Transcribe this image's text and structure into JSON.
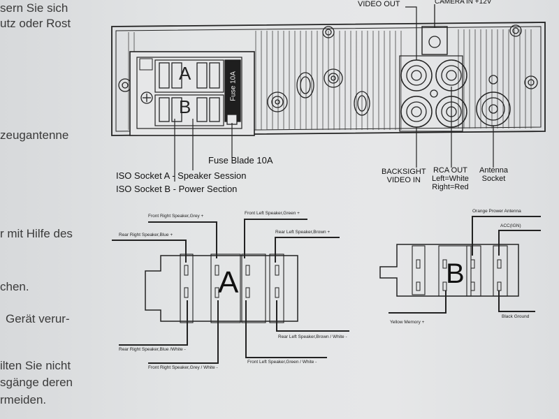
{
  "side_text": [
    "sern Sie sich",
    "utz oder Rost",
    "zeugantenne",
    "r mit Hilfe des",
    "chen.",
    "Gerät verur-",
    "ilten Sie nicht",
    "sgänge deren",
    "rmeiden."
  ],
  "top_diagram": {
    "video_out": "VIDEO OUT",
    "camera_in": "CAMERA IN +12V",
    "socket_a_letter": "A",
    "socket_b_letter": "B",
    "fuse_vertical": "Fuse 10A",
    "fuse_blade": "Fuse Blade 10A",
    "iso_a": "ISO Socket A - Speaker Session",
    "iso_b": "ISO Socket B - Power Section",
    "backsight_line1": "BACKSIGHT",
    "backsight_line2": "VIDEO IN",
    "rca_line1": "RCA OUT",
    "rca_line2": "Left=White",
    "rca_line3": "Right=Red",
    "antenna_line1": "Antenna",
    "antenna_line2": "Socket"
  },
  "connector_a": {
    "letter": "A",
    "front_right_plus": "Front Right Speaker,Grey +",
    "front_left_plus": "Front Left Speaker,Green +",
    "rear_right_plus": "Rear Right Speaker,Blue +",
    "rear_left_plus": "Rear Left Speaker,Brown  +",
    "rear_right_minus": "Rear Right Speaker,Blue /White -",
    "front_right_minus": "Front Right Speaker,Grey / White -",
    "front_left_minus": "Front Left Speaker,Green / White -",
    "rear_left_minus": "Rear Left Speaker,Brown / White -"
  },
  "connector_b": {
    "letter": "B",
    "orange": "Orange Prower Antenna",
    "acc": "ACC(IGN)",
    "yellow": "Yellow Memory +",
    "black": "Black Ground"
  }
}
